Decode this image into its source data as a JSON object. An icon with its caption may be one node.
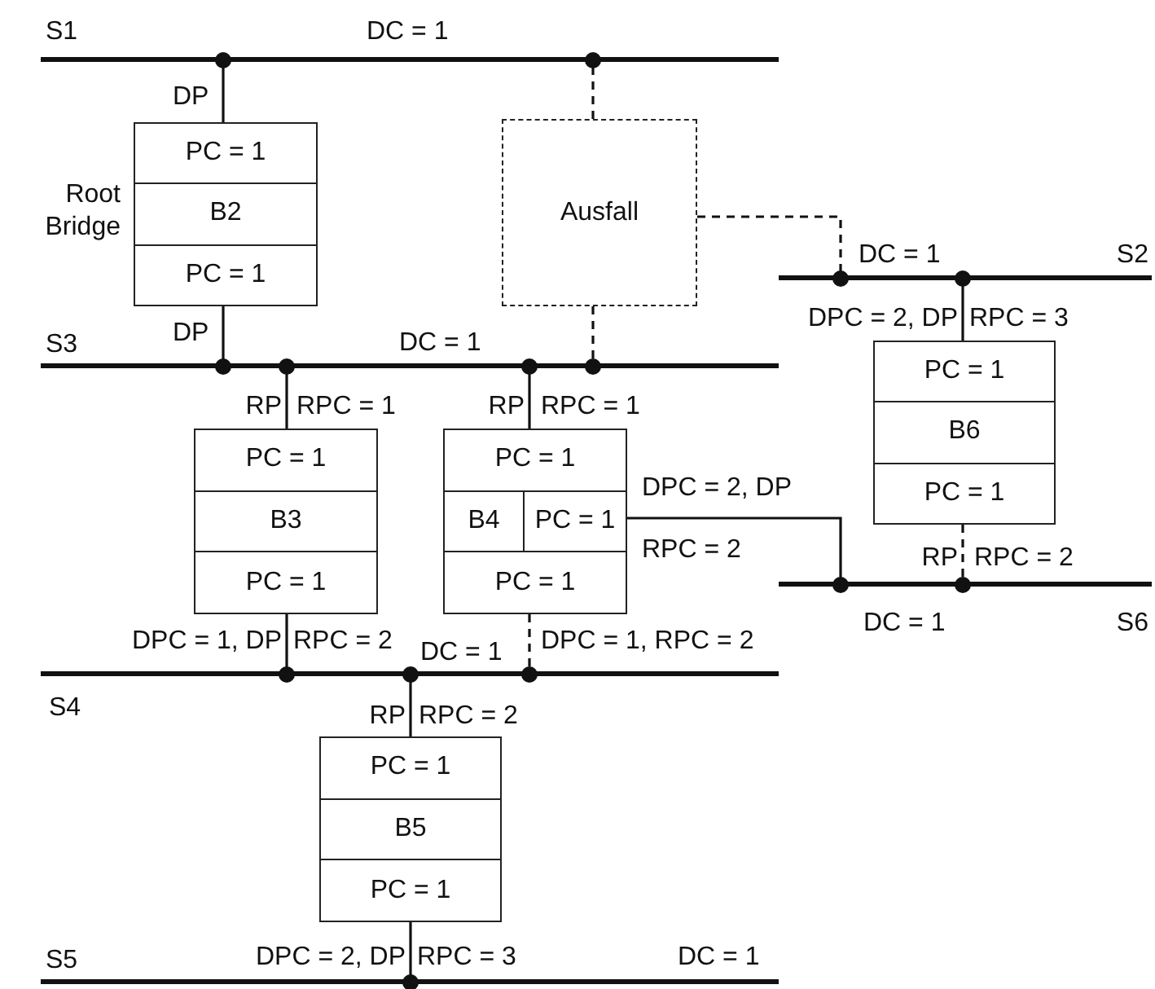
{
  "diagram": {
    "nodes": [
      {
        "text": [
          "S1"
        ],
        "beside": [
          "DC = 1"
        ]
      },
      {
        "text": [
          "PC = 1",
          "B2",
          "PC = 1"
        ],
        "beside": [
          "Root Bridge"
        ]
      },
      {
        "text": [
          "Ausfall"
        ]
      },
      {
        "text": [
          "S2"
        ],
        "beside": [
          "DC = 1"
        ]
      },
      {
        "text": [
          "S3"
        ],
        "beside": [
          "DC = 1"
        ]
      },
      {
        "text": [
          "PC = 1",
          "B6",
          "PC = 1"
        ]
      },
      {
        "text": [
          "PC = 1",
          "B3",
          "PC = 1"
        ]
      },
      {
        "text": [
          "PC = 1",
          "B4",
          "PC = 1",
          "PC = 1"
        ]
      },
      {
        "text": [
          "S6"
        ],
        "beside": [
          "DC = 1"
        ]
      },
      {
        "text": [
          "S4"
        ],
        "beside": [
          "DC = 1"
        ]
      },
      {
        "text": [
          "PC = 1",
          "B5",
          "PC = 1"
        ]
      },
      {
        "text": [
          "S5"
        ],
        "beside": [
          "DC = 1"
        ]
      }
    ],
    "edges": [
      {
        "from": 1,
        "to": 0,
        "arrow": "other"
      },
      {
        "from": 1,
        "to": 4,
        "arrow": "other"
      },
      {
        "from": 2,
        "to": 0,
        "arrow": "other",
        "style": "dashed"
      },
      {
        "from": 2,
        "to": 4,
        "arrow": "other",
        "style": "dashed"
      },
      {
        "from": 2,
        "to": 3,
        "arrow": "other",
        "style": "dashed"
      },
      {
        "from": 5,
        "to": 3,
        "arrow": "other"
      },
      {
        "from": 5,
        "to": 8,
        "arrow": "other",
        "style": "dashed"
      },
      {
        "from": 6,
        "to": 4,
        "arrow": "other"
      },
      {
        "from": 6,
        "to": 9,
        "arrow": "other"
      },
      {
        "from": 7,
        "to": 4,
        "arrow": "other"
      },
      {
        "from": 7,
        "to": 9,
        "arrow": "other",
        "style": "dashed"
      },
      {
        "from": 7,
        "to": 8,
        "arrow": "other"
      },
      {
        "from": 10,
        "to": 9,
        "arrow": "other"
      },
      {
        "from": 10,
        "to": 11,
        "arrow": "other"
      }
    ],
    "labels": [
      "DP",
      "DP",
      "DPC = 2, DP",
      "RPC = 3",
      "RP",
      "RPC = 1",
      "RP",
      "RPC = 1",
      "DPC = 2, DP",
      "RPC = 2",
      "RP",
      "RPC = 2",
      "DPC = 1, DP",
      "RPC = 2",
      "DPC = 1, RPC = 2",
      "RP",
      "RPC = 2",
      "DPC = 2, DP",
      "RPC = 3"
    ]
  }
}
